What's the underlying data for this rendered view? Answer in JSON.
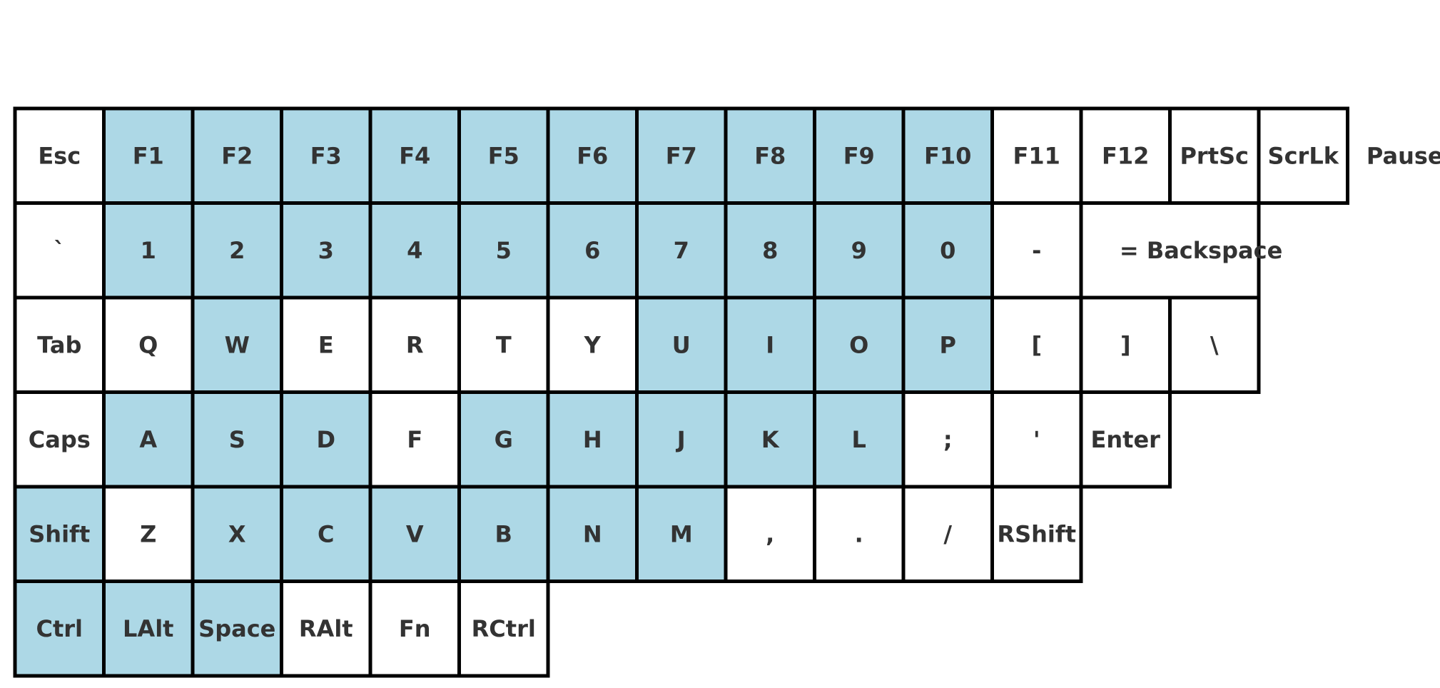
{
  "colors": {
    "highlighted": "#add8e6",
    "normal": "#ffffff",
    "border": "#000000",
    "text": "#333333"
  },
  "keyboard": {
    "rows": [
      {
        "keys": [
          {
            "label": "Esc",
            "highlighted": false
          },
          {
            "label": "F1",
            "highlighted": true
          },
          {
            "label": "F2",
            "highlighted": true
          },
          {
            "label": "F3",
            "highlighted": true
          },
          {
            "label": "F4",
            "highlighted": true
          },
          {
            "label": "F5",
            "highlighted": true
          },
          {
            "label": "F6",
            "highlighted": true
          },
          {
            "label": "F7",
            "highlighted": true
          },
          {
            "label": "F8",
            "highlighted": true
          },
          {
            "label": "F9",
            "highlighted": true
          },
          {
            "label": "F10",
            "highlighted": true
          },
          {
            "label": "F11",
            "highlighted": false
          },
          {
            "label": "F12",
            "highlighted": false
          },
          {
            "label": "PrtSc",
            "highlighted": false
          },
          {
            "label": "ScrLk",
            "highlighted": false
          },
          {
            "label": "Pause",
            "highlighted": false,
            "unboxed": true
          }
        ]
      },
      {
        "keys": [
          {
            "label": "`",
            "highlighted": false
          },
          {
            "label": "1",
            "highlighted": true
          },
          {
            "label": "2",
            "highlighted": true
          },
          {
            "label": "3",
            "highlighted": true
          },
          {
            "label": "4",
            "highlighted": true
          },
          {
            "label": "5",
            "highlighted": true
          },
          {
            "label": "6",
            "highlighted": true
          },
          {
            "label": "7",
            "highlighted": true
          },
          {
            "label": "8",
            "highlighted": true
          },
          {
            "label": "9",
            "highlighted": true
          },
          {
            "label": "0",
            "highlighted": true
          },
          {
            "label": "-",
            "highlighted": false
          },
          {
            "label": "= Backspace",
            "highlighted": false,
            "span": 2
          }
        ]
      },
      {
        "keys": [
          {
            "label": "Tab",
            "highlighted": false
          },
          {
            "label": "Q",
            "highlighted": false
          },
          {
            "label": "W",
            "highlighted": true
          },
          {
            "label": "E",
            "highlighted": false
          },
          {
            "label": "R",
            "highlighted": false
          },
          {
            "label": "T",
            "highlighted": false
          },
          {
            "label": "Y",
            "highlighted": false
          },
          {
            "label": "U",
            "highlighted": true
          },
          {
            "label": "I",
            "highlighted": true
          },
          {
            "label": "O",
            "highlighted": true
          },
          {
            "label": "P",
            "highlighted": true
          },
          {
            "label": "[",
            "highlighted": false
          },
          {
            "label": "]",
            "highlighted": false
          },
          {
            "label": "\\",
            "highlighted": false
          }
        ]
      },
      {
        "keys": [
          {
            "label": "Caps",
            "highlighted": false
          },
          {
            "label": "A",
            "highlighted": true
          },
          {
            "label": "S",
            "highlighted": true
          },
          {
            "label": "D",
            "highlighted": true
          },
          {
            "label": "F",
            "highlighted": false
          },
          {
            "label": "G",
            "highlighted": true
          },
          {
            "label": "H",
            "highlighted": true
          },
          {
            "label": "J",
            "highlighted": true
          },
          {
            "label": "K",
            "highlighted": true
          },
          {
            "label": "L",
            "highlighted": true
          },
          {
            "label": ";",
            "highlighted": false
          },
          {
            "label": "'",
            "highlighted": false
          },
          {
            "label": "Enter",
            "highlighted": false
          }
        ]
      },
      {
        "keys": [
          {
            "label": "Shift",
            "highlighted": true
          },
          {
            "label": "Z",
            "highlighted": false
          },
          {
            "label": "X",
            "highlighted": true
          },
          {
            "label": "C",
            "highlighted": true
          },
          {
            "label": "V",
            "highlighted": true
          },
          {
            "label": "B",
            "highlighted": true
          },
          {
            "label": "N",
            "highlighted": true
          },
          {
            "label": "M",
            "highlighted": true
          },
          {
            "label": ",",
            "highlighted": false
          },
          {
            "label": ".",
            "highlighted": false
          },
          {
            "label": "/",
            "highlighted": false
          },
          {
            "label": "RShift",
            "highlighted": false
          }
        ]
      },
      {
        "keys": [
          {
            "label": "Ctrl",
            "highlighted": true
          },
          {
            "label": "LAlt",
            "highlighted": true
          },
          {
            "label": "Space",
            "highlighted": true
          },
          {
            "label": "RAlt",
            "highlighted": false
          },
          {
            "label": "Fn",
            "highlighted": false
          },
          {
            "label": "RCtrl",
            "highlighted": false
          }
        ]
      }
    ]
  }
}
